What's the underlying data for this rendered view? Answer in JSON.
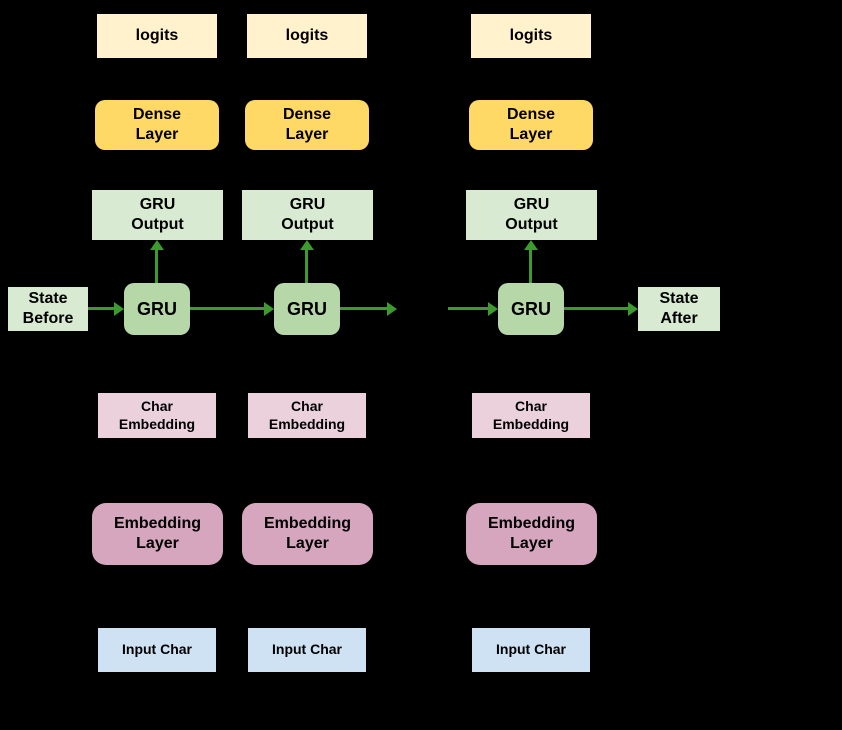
{
  "diagram": {
    "title_hint": "Character RNN with GRU — unrolled over three time steps",
    "columns": [
      {
        "logits": "logits",
        "dense": "Dense\nLayer",
        "gru_output": "GRU\nOutput",
        "gru": "GRU",
        "char_embedding": "Char\nEmbedding",
        "embedding_layer": "Embedding\nLayer",
        "input_char": "Input Char"
      },
      {
        "logits": "logits",
        "dense": "Dense\nLayer",
        "gru_output": "GRU\nOutput",
        "gru": "GRU",
        "char_embedding": "Char\nEmbedding",
        "embedding_layer": "Embedding\nLayer",
        "input_char": "Input Char"
      },
      {
        "logits": "logits",
        "dense": "Dense\nLayer",
        "gru_output": "GRU\nOutput",
        "gru": "GRU",
        "char_embedding": "Char\nEmbedding",
        "embedding_layer": "Embedding\nLayer",
        "input_char": "Input Char"
      }
    ],
    "state_before": "State\nBefore",
    "state_after": "State\nAfter"
  },
  "colors": {
    "background": "#000000",
    "text": "#000000",
    "arrow": "#3C9A2E",
    "logits": "#FFF2CC",
    "dense": "#FFD966",
    "gru_output": "#D9EAD3",
    "gru": "#B6D7A8",
    "state": "#D9EAD3",
    "char_embedding": "#EAD1DC",
    "embedding_layer": "#D5A6BD",
    "input_char": "#CFE2F3"
  }
}
